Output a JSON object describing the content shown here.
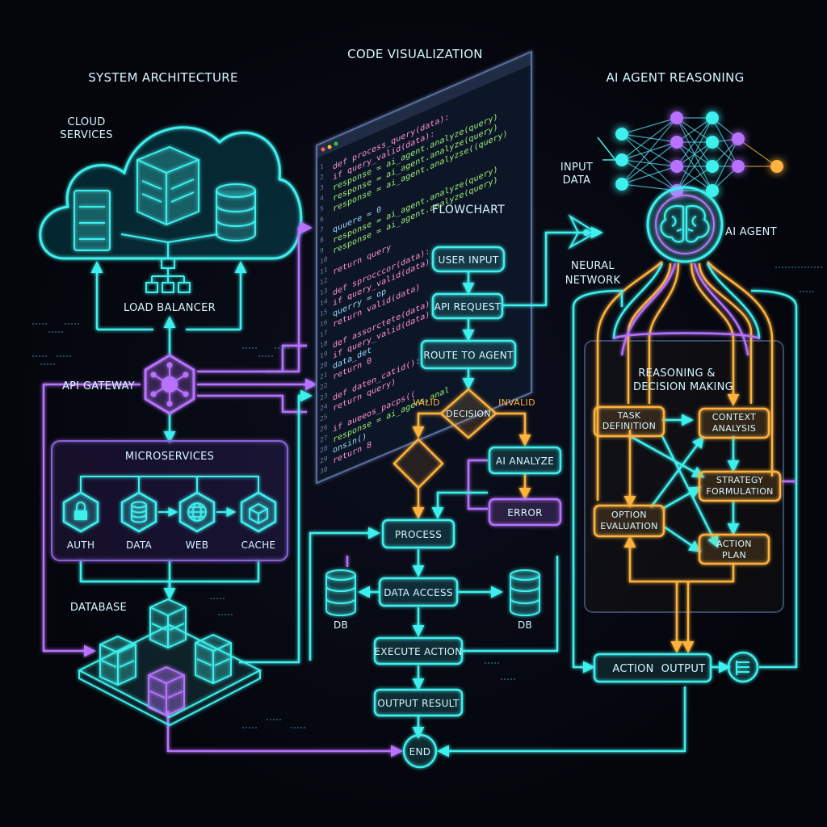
{
  "sections": {
    "system_architecture": "SYSTEM ARCHITECTURE",
    "code_visualization": "CODE VISUALIZATION",
    "ai_agent_reasoning": "AI AGENT REASONING"
  },
  "architecture": {
    "cloud_line1": "CLOUD",
    "cloud_line2": "SERVICES",
    "load_balancer": "LOAD BALANCER",
    "api_gateway": "API GATEWAY",
    "microservices": "MICROSERVICES",
    "services": [
      "AUTH",
      "DATA",
      "WEB",
      "CACHE"
    ],
    "database": "DATABASE"
  },
  "code": {
    "lines": [
      "def process_query(data):",
      "  if query_valid(data):",
      "    response = ai_agent.analyze(query)",
      "    response = ai_agent.analyze(query)",
      "    response = ai_agent.analyzse((query)",
      "",
      "    quuere = 0",
      "    response = ai_agent.analyze(query)",
      "    response = ai_agent.analyze(query)",
      "",
      "    return query",
      "",
      "def sprocccor(data):",
      "  if query_valid(data):",
      "    querry = op",
      "    return valid(data)",
      "",
      "def assorctete(data):",
      "  if query_valid(data):",
      "    data_det",
      "    return 0",
      "",
      "def daten_catid():",
      "  return query)",
      "",
      "if aueeos_pacps((",
      "    response = ai_agens,anal",
      "    onsin()",
      "    return 8",
      ""
    ]
  },
  "flowchart": {
    "title": "FLOWCHART",
    "user_input": "USER INPUT",
    "api_request": "API REQUEST",
    "route_to_agent": "ROUTE TO AGENT",
    "decision": "DECISION",
    "valid": "VALID",
    "invalid": "INVALID",
    "ai_analyze": "AI ANALYZE",
    "error": "ERROR",
    "process": "PROCESS",
    "data_access": "DATA ACCESS",
    "db_left": "DB",
    "db_right": "DB",
    "execute_action": "EXECUTE ACTION",
    "output_result": "OUTPUT RESULT",
    "end": "END"
  },
  "agent": {
    "input_line1": "INPUT",
    "input_line2": "DATA",
    "ai_agent": "AI AGENT",
    "neural_line1": "NEURAL",
    "neural_line2": "NETWORK",
    "reasoning_line1": "REASONING &",
    "reasoning_line2": "DECISION MAKING",
    "task_line1": "TASK",
    "task_line2": "DEFINITION",
    "context_line1": "CONTEXT",
    "context_line2": "ANALYSIS",
    "strategy_line1": "STRATEGY",
    "strategy_line2": "FORMULATION",
    "option_line1": "OPTION",
    "option_line2": "EVALUATION",
    "action_line1": "ACTION",
    "action_line2": "PLAN",
    "action": "ACTION",
    "output": "OUTPUT"
  },
  "colors": {
    "cyan": "#3ef0ee",
    "purple": "#b872ff",
    "orange": "#ffb23c",
    "text": "#d8f6ff"
  }
}
